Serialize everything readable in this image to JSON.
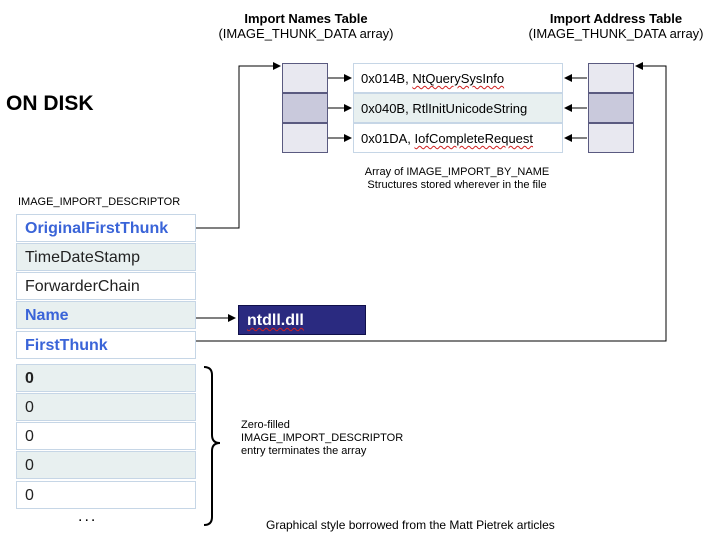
{
  "titles": {
    "int_title": "Import Names Table",
    "int_subtitle": "(IMAGE_THUNK_DATA array)",
    "iat_title": "Import Address Table",
    "iat_subtitle": "(IMAGE_THUNK_DATA array)"
  },
  "on_disk": "ON DISK",
  "descriptor_label": "IMAGE_IMPORT_DESCRIPTOR",
  "descriptor_fields": [
    "OriginalFirstThunk",
    "TimeDateStamp",
    "ForwarderChain",
    "Name",
    "FirstThunk"
  ],
  "zero_rows": [
    "0",
    "0",
    "0",
    "0",
    "0"
  ],
  "ellipsis": "...",
  "import_names": [
    {
      "hint": "0x014B,",
      "name": "NtQuerySysInfo"
    },
    {
      "hint": "0x040B,",
      "name": "RtlInitUnicodeString"
    },
    {
      "hint": "0x01DA,",
      "name": "IofCompleteRequest"
    }
  ],
  "names_caption": {
    "line1": "Array of IMAGE_IMPORT_BY_NAME",
    "line2": "Structures stored wherever in the file"
  },
  "dll_name": "ntdll.dll",
  "zero_note": {
    "line1": "Zero-filled",
    "line2": "IMAGE_IMPORT_DESCRIPTOR",
    "line3": "entry terminates the array"
  },
  "footer": "Graphical style borrowed from the Matt Pietrek articles",
  "colors": {
    "highlight_field": "#3a64d8",
    "dll_box": "#2a2a80",
    "thunk_border": "#5a5a80"
  }
}
